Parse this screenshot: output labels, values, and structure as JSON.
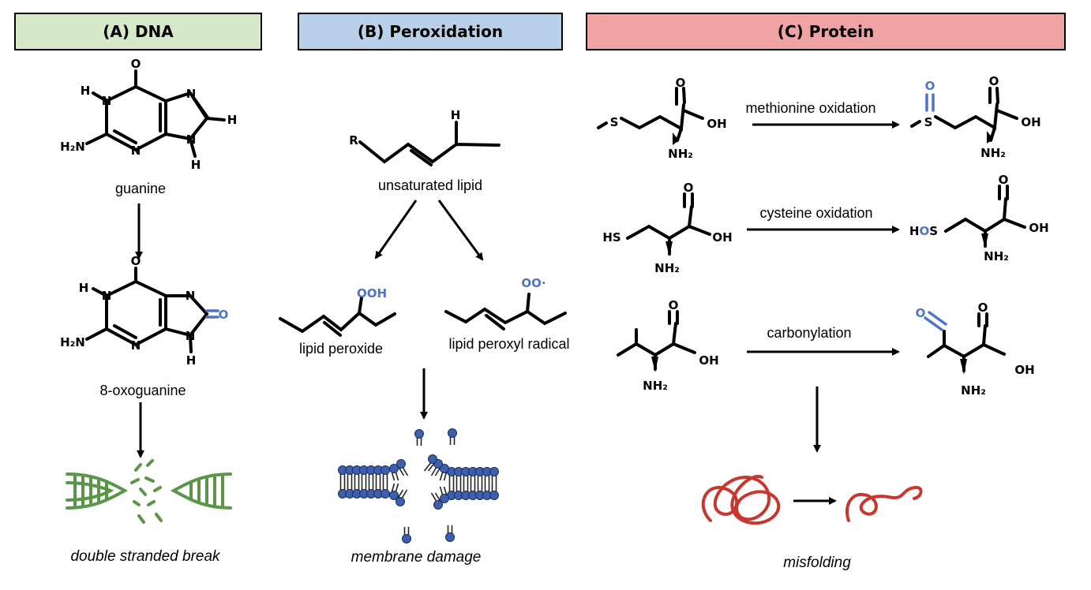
{
  "panels": {
    "a": {
      "title": "(A) DNA",
      "molecule1": "guanine",
      "molecule2": "8-oxoguanine",
      "outcome": "double stranded break"
    },
    "b": {
      "title": "(B) Peroxidation",
      "start": "unsaturated lipid",
      "product1": "lipid peroxide",
      "product2": "lipid peroxyl radical",
      "outcome": "membrane damage"
    },
    "c": {
      "title": "(C) Protein",
      "reaction1": "methionine oxidation",
      "reaction2": "cysteine oxidation",
      "reaction3": "carbonylation",
      "outcome": "misfolding"
    }
  },
  "atoms": {
    "H": "H",
    "O": "O",
    "N": "N",
    "H2N": "H₂N",
    "NH2": "NH₂",
    "OH": "OH",
    "OOH": "OOH",
    "OO": "OO·",
    "R": "R",
    "S": "S",
    "HS": "HS",
    "HOS": "HOS"
  },
  "colors": {
    "dna_header": "#d5e8c8",
    "peroxidation_header": "#b9d0ea",
    "protein_header": "#f0a3a3",
    "modification": "#4e74c4",
    "dna_helix": "#5a9648",
    "membrane_head": "#3c5fae",
    "misfolded_protein": "#c8372d"
  }
}
